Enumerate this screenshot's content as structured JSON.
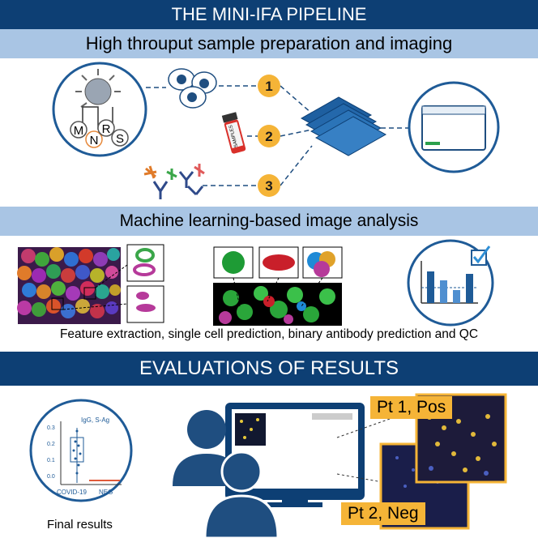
{
  "title": "THE MINI-IFA PIPELINE",
  "section1": {
    "heading": "High throuput sample preparation and imaging",
    "antigen_labels": [
      "M",
      "N",
      "R",
      "S"
    ],
    "steps": [
      "1",
      "2",
      "3"
    ],
    "tube_label": "SAMPLES"
  },
  "section2": {
    "heading": "Machine learning-based image analysis",
    "caption": "Feature extraction, single cell prediction, binary antibody prediction and QC"
  },
  "section3": {
    "heading": "EVALUATIONS OF RESULTS",
    "plot": {
      "title": "IgG, S-Ag",
      "y_ticks": [
        "0.3",
        "0.2",
        "0.1",
        "0.0"
      ],
      "x_labels": [
        "COVID-19",
        "NEG"
      ]
    },
    "pt1_label": "Pt 1, Pos",
    "pt2_label": "Pt 2, Neg",
    "final_label": "Final results"
  },
  "colors": {
    "dark_blue": "#0d3f74",
    "light_blue": "#a9c5e4",
    "orange": "#f5b437",
    "icon_blue": "#1f5b97"
  }
}
